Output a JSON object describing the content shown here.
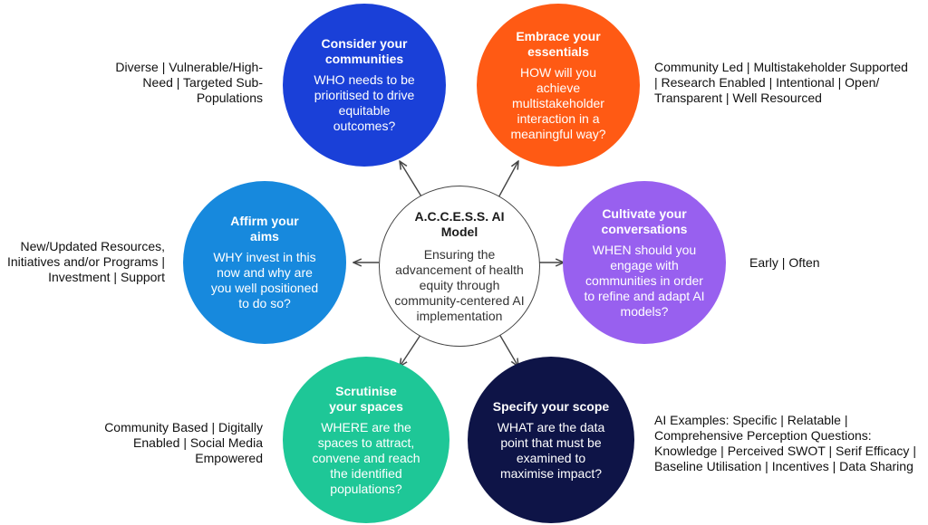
{
  "center": {
    "title": "A.C.C.E.S.S. AI Model",
    "text": "Ensuring the advancement of health equity through community-centered AI implementation"
  },
  "circles": [
    {
      "id": "consider",
      "title": "Consider your communities",
      "question": "WHO needs to be prioritised to drive equitable outcomes?",
      "color": "#1a40d8",
      "label": "Diverse | Vulnerable/High-Need | Targeted Sub-Populations"
    },
    {
      "id": "embrace",
      "title": "Embrace your essentials",
      "question": "HOW will you achieve multistakeholder interaction in a meaningful way?",
      "color": "#ff5a14",
      "label": "Community Led | Multistakeholder Supported | Research Enabled | Intentional | Open/ Transparent | Well Resourced"
    },
    {
      "id": "cultivate",
      "title": "Cultivate your conversations",
      "question": "WHEN should you engage with communities in order to refine and adapt AI models?",
      "color": "#9860ef",
      "label": "Early | Often"
    },
    {
      "id": "specify",
      "title": "Specify your scope",
      "question": "WHAT are the data point that must be examined to maximise impact?",
      "color": "#0e1447",
      "label": "AI Examples: Specific | Relatable | Comprehensive Perception Questions: Knowledge | Perceived SWOT | Serif Efficacy | Baseline Utilisation | Incentives | Data Sharing"
    },
    {
      "id": "scrutinise",
      "title": "Scrutinise your spaces",
      "question": "WHERE are the spaces to attract, convene and reach the identified populations?",
      "color": "#1ec797",
      "label": "Community Based | Digitally Enabled | Social Media Empowered"
    },
    {
      "id": "affirm",
      "title": "Affirm your aims",
      "question": "WHY invest in this now and why are you well positioned to do so?",
      "color": "#1789dd",
      "label": "New/Updated Resources, Initiatives and/or Programs | Investment | Support"
    }
  ]
}
